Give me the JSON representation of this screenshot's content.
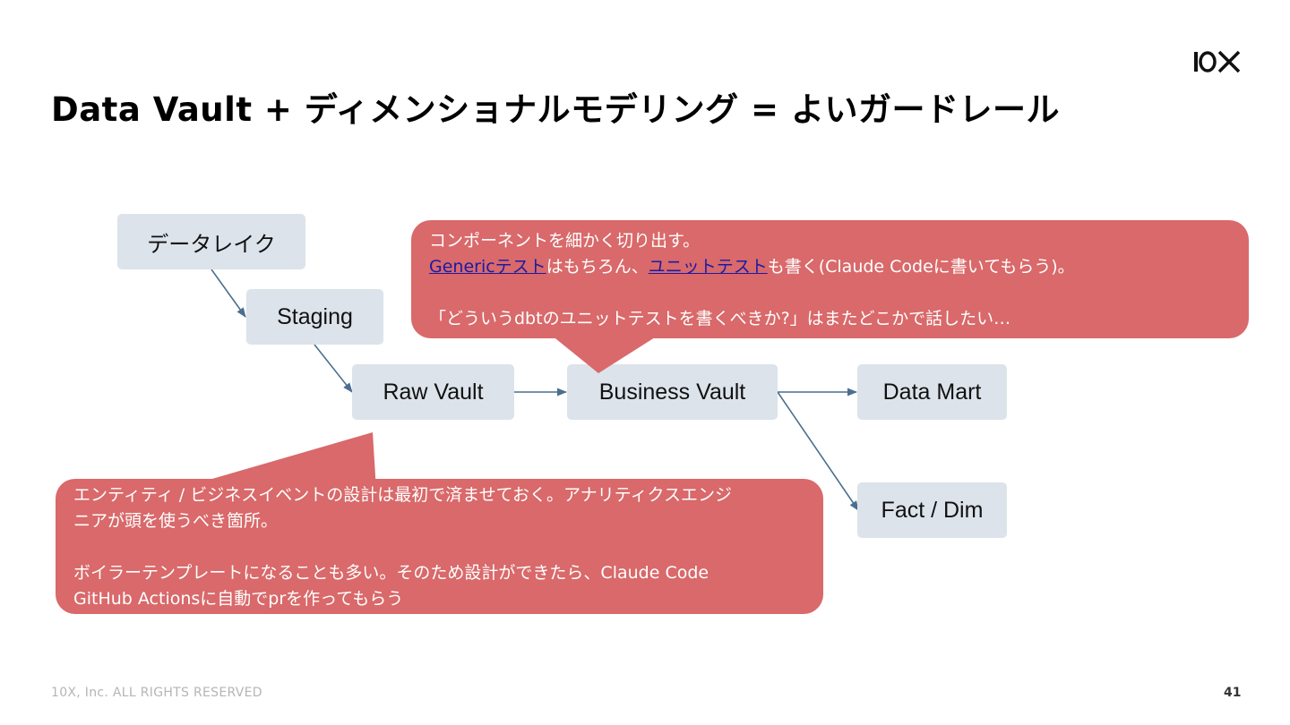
{
  "title": "Data Vault + ディメンショナルモデリング = よいガードレール",
  "logo_text": "10X",
  "nodes": {
    "data_lake": "データレイク",
    "staging": "Staging",
    "raw_vault": "Raw Vault",
    "business_vault": "Business Vault",
    "data_mart": "Data Mart",
    "fact_dim": "Fact / Dim"
  },
  "callout_top": {
    "line1": "コンポーネントを細かく切り出す。",
    "link1": "Genericテスト",
    "mid1": "はもちろん、",
    "link2": "ユニットテスト",
    "tail": "も書く(Claude Codeに書いてもらう)。",
    "line3": "「どういうdbtのユニットテストを書くべきか?」はまたどこかで話したい…"
  },
  "callout_bottom": {
    "line1": "エンティティ / ビジネスイベントの設計は最初で済ませておく。アナリティクスエンジ",
    "line2": "ニアが頭を使うべき箇所。",
    "line3": "ボイラーテンプレートになることも多い。そのため設計ができたら、Claude Code",
    "line4": "GitHub Actionsに自動でprを作ってもらう"
  },
  "colors": {
    "node_bg": "#dce3ea",
    "callout_bg": "#d9696a",
    "connector": "#4a6f8f",
    "link": "#1a1aa6"
  },
  "footer": {
    "copyright": "10X, Inc. ALL RIGHTS RESERVED",
    "page_number": "41"
  }
}
